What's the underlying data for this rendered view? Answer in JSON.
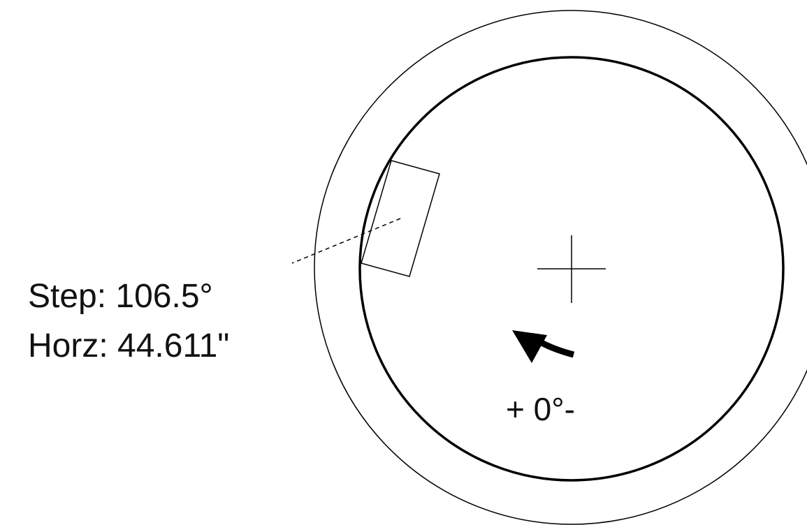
{
  "callout": {
    "step_label": "Step: 106.5°",
    "horz_label": "Horz: 44.611\""
  },
  "rotation": {
    "label": "+ 0°-"
  },
  "colors": {
    "stroke": "#000000",
    "text": "#111111",
    "background": "#ffffff"
  }
}
